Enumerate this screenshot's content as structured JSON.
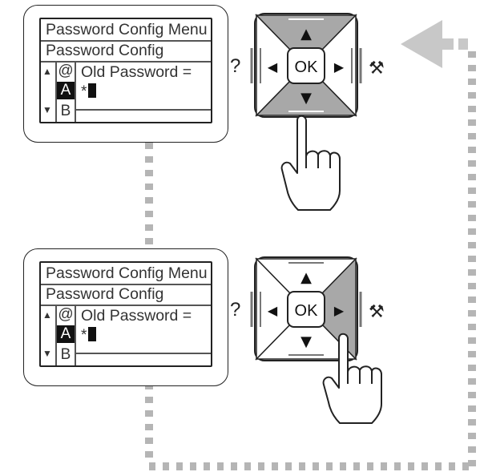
{
  "screen": {
    "title": "Password Config Menu",
    "subtitle": "Password Config",
    "char_above": "@",
    "char_selected": "A",
    "char_below": "B",
    "field_label": "Old Password =",
    "field_value": "*",
    "scroll_up": "▲",
    "scroll_down": "▼"
  },
  "keypad": {
    "ok_label": "OK",
    "help_label": "?",
    "tools_label": "⚒",
    "up_arrow": "▲",
    "down_arrow": "▼",
    "left_arrow": "◀",
    "right_arrow": "▶"
  },
  "steps": [
    {
      "pressed": "up-and-down"
    },
    {
      "pressed": "right"
    }
  ],
  "colors": {
    "pressed_fill": "#a8a8a8",
    "dotted_line": "#b5b5b5",
    "flow_arrow": "#c8c8c8"
  }
}
